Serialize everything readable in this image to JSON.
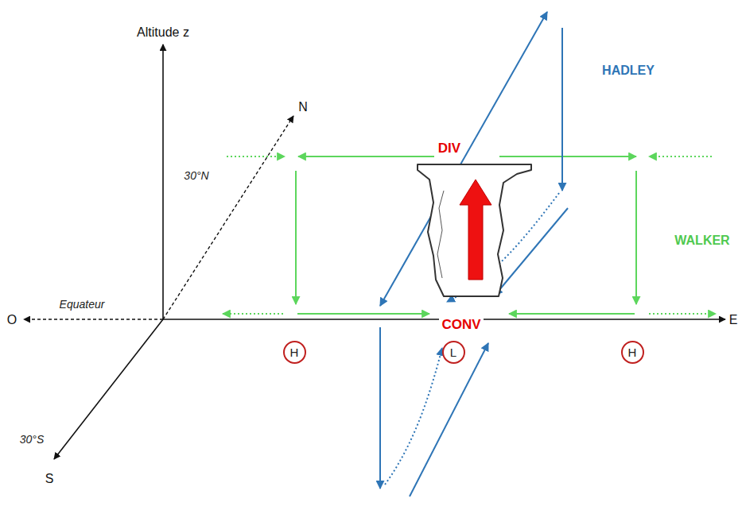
{
  "diagram": {
    "nodes": [
      {
        "text": [
          "H"
        ]
      },
      {
        "text": [
          "L"
        ]
      },
      {
        "text": [
          "H"
        ]
      }
    ],
    "labels": [
      "Altitude z",
      "N",
      "30°N",
      "O",
      "Equateur",
      "E",
      "30°S",
      "S",
      "HADLEY",
      "DIV",
      "WALKER",
      "CONV"
    ]
  }
}
